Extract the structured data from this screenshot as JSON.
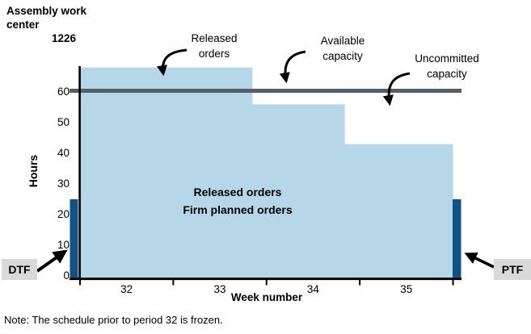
{
  "title": {
    "line1": "Assembly work center",
    "line2": "1226"
  },
  "annotations": {
    "released_orders": {
      "line1": "Released",
      "line2": "orders"
    },
    "available_capacity": {
      "line1": "Available",
      "line2": "capacity"
    },
    "uncommitted_capacity": {
      "line1": "Uncommitted",
      "line2": "capacity"
    }
  },
  "area_label": {
    "line1": "Released orders",
    "line2": "Firm planned orders"
  },
  "fences": {
    "dtf_label": "DTF",
    "ptf_label": "PTF"
  },
  "note": "Note: The schedule prior to period 32 is frozen.",
  "chart_data": {
    "type": "area",
    "style": "stepped-load-profile",
    "title": "Assembly work center 1226",
    "xlabel": "Week number",
    "ylabel": "Hours",
    "ylim": [
      0,
      70
    ],
    "yticks": [
      0,
      10,
      20,
      30,
      40,
      50,
      60
    ],
    "xlim_weeks": [
      32,
      36
    ],
    "week_tick_labels": [
      "32",
      "33",
      "34",
      "35"
    ],
    "grid": false,
    "legend": "none",
    "load_segments": [
      {
        "from_week": 32.0,
        "to_week": 33.85,
        "hours": 68
      },
      {
        "from_week": 33.85,
        "to_week": 34.84,
        "hours": 56
      },
      {
        "from_week": 34.84,
        "to_week": 36.0,
        "hours": 43
      }
    ],
    "available_capacity_hours": 60,
    "demand_time_fence_hours": 25,
    "planning_time_fence_hours": 25,
    "colors": {
      "load_area": "#b5d7e8",
      "fence_bar": "#0f5386",
      "capacity_line": "#51606b",
      "fence_label_bg": "#d9d9d9",
      "axis": "#000000",
      "text": "#000000"
    }
  }
}
